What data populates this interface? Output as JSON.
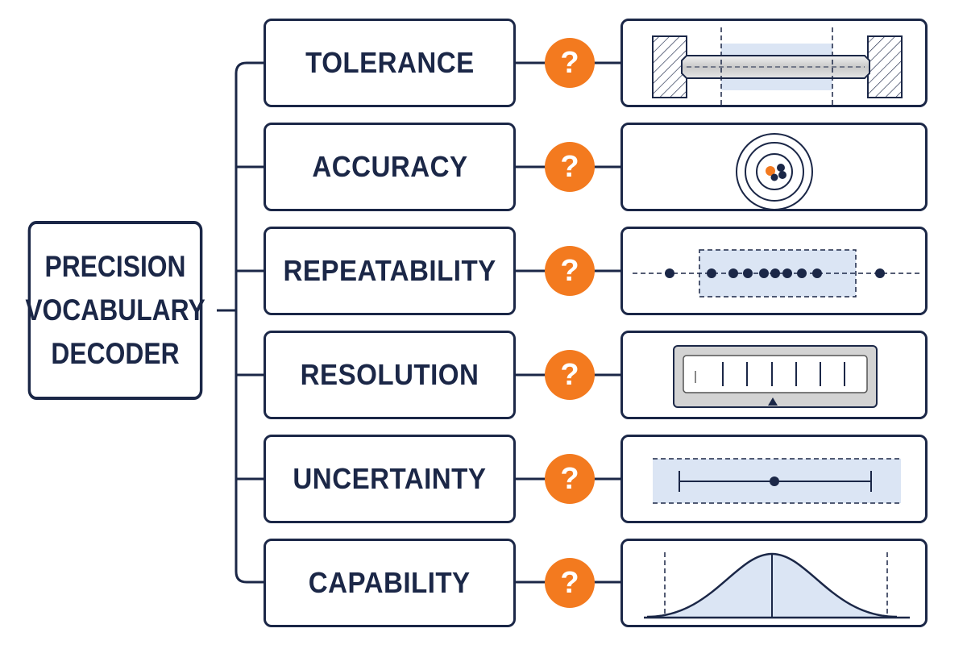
{
  "title": {
    "line1": "PRECISION",
    "line2": "VOCABULARY",
    "line3": "DECODER"
  },
  "terms": [
    {
      "label": "TOLERANCE",
      "badge": "?",
      "icon": "shaft-with-tolerance-band-icon"
    },
    {
      "label": "ACCURACY",
      "badge": "?",
      "icon": "target-with-hits-icon"
    },
    {
      "label": "REPEATABILITY",
      "badge": "?",
      "icon": "clustered-dots-icon"
    },
    {
      "label": "RESOLUTION",
      "badge": "?",
      "icon": "scale-readout-icon"
    },
    {
      "label": "UNCERTAINTY",
      "badge": "?",
      "icon": "error-bar-icon"
    },
    {
      "label": "CAPABILITY",
      "badge": "?",
      "icon": "bell-curve-icon"
    }
  ],
  "colors": {
    "navy": "#1b2747",
    "orange": "#f37a1f",
    "light_blue": "#dbe5f4",
    "gray": "#d3d3d3"
  }
}
